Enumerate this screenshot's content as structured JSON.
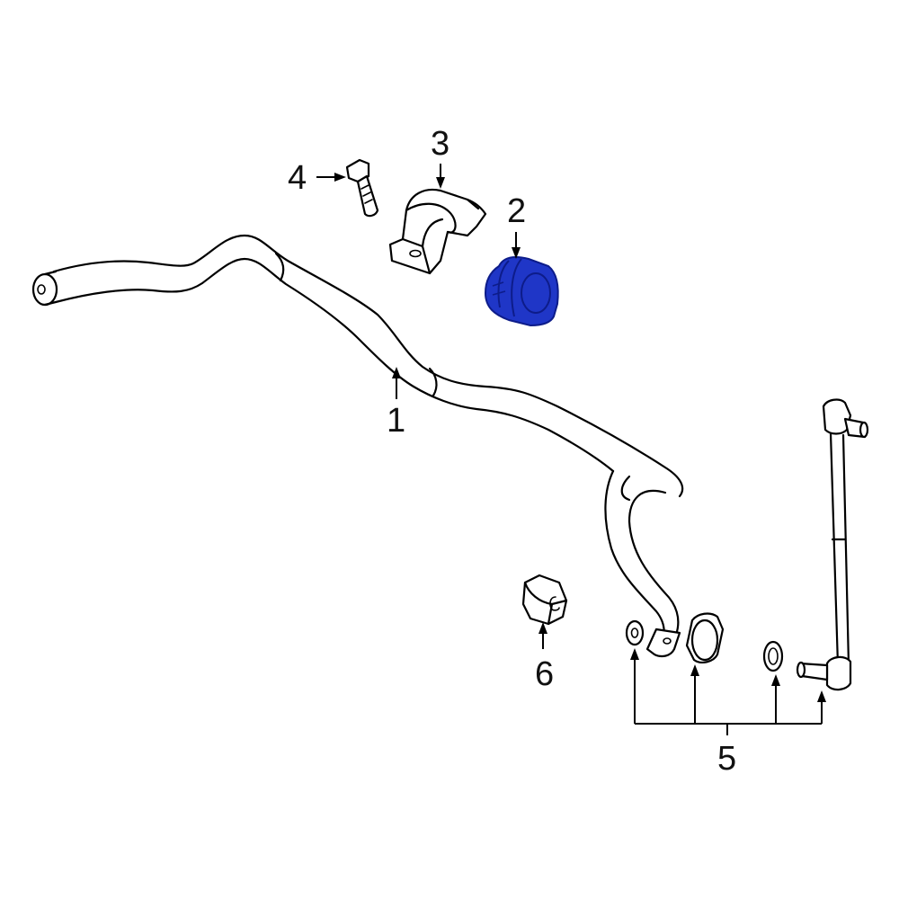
{
  "diagram": {
    "callouts": {
      "c1": "1",
      "c2": "2",
      "c3": "3",
      "c4": "4",
      "c5": "5",
      "c6": "6"
    },
    "colors": {
      "highlight": "#1f36c7",
      "highlight_dark": "#0d1c8a",
      "line": "#000000",
      "background": "#ffffff"
    }
  }
}
